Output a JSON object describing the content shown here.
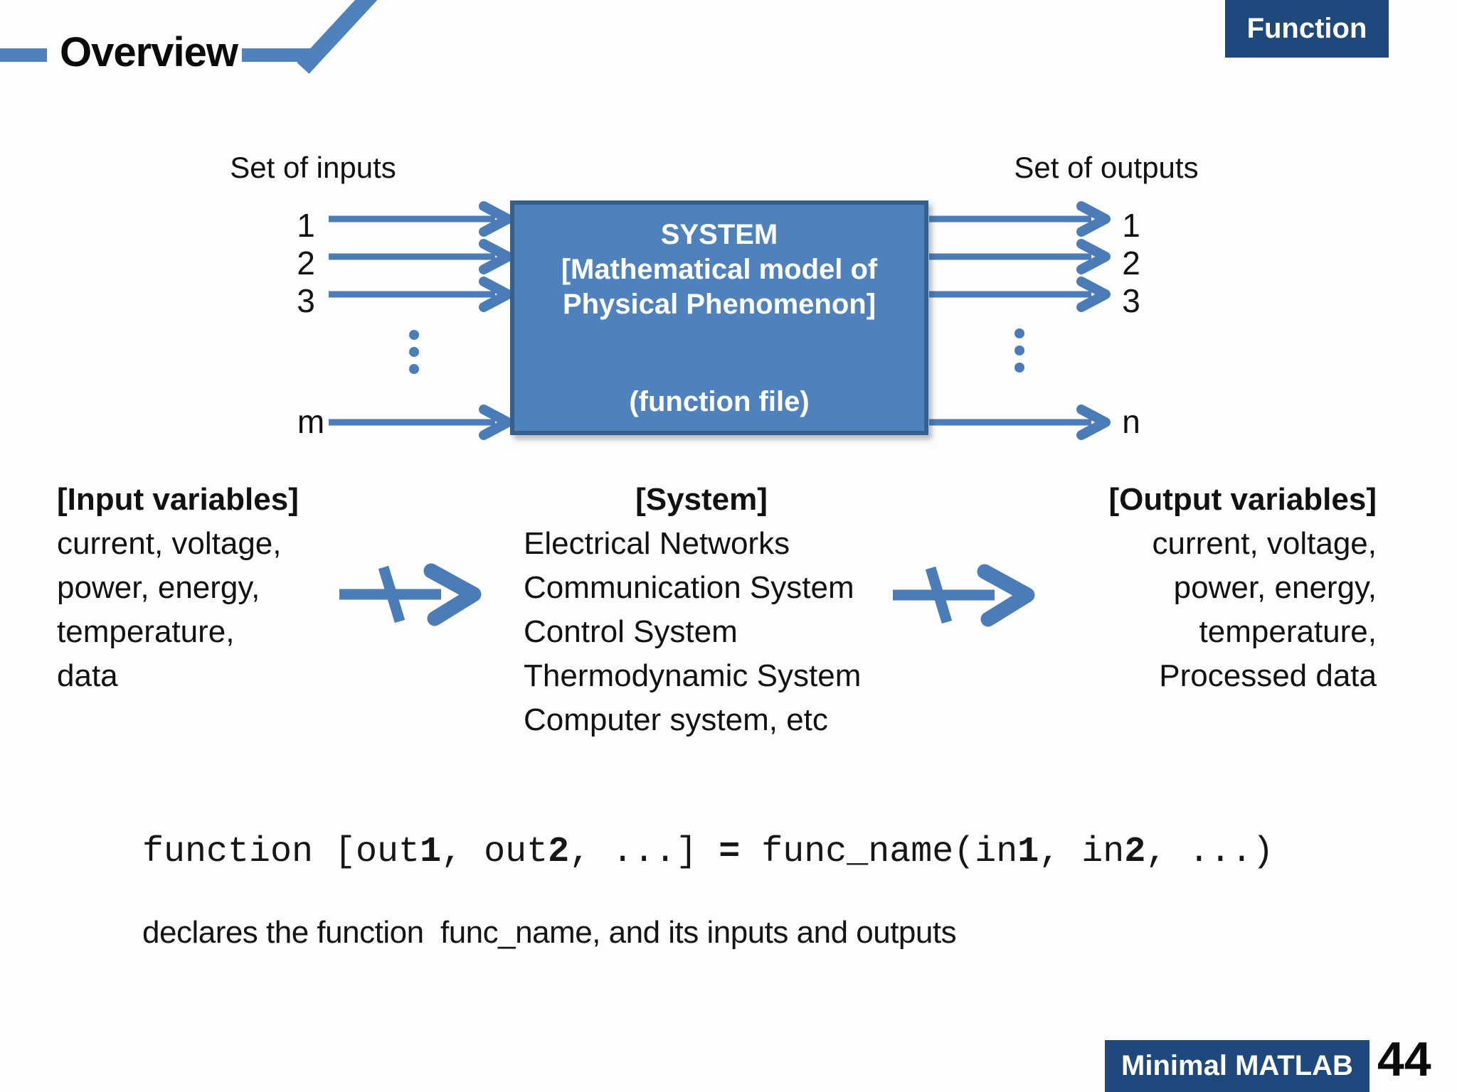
{
  "slide": {
    "title": "Overview",
    "corner_badge": "Function",
    "footer_badge": "Minimal MATLAB",
    "page_number": "44"
  },
  "diagram": {
    "inputs_label": "Set of inputs",
    "outputs_label": "Set of outputs",
    "input_ports": [
      "1",
      "2",
      "3"
    ],
    "input_last_port": "m",
    "output_ports": [
      "1",
      "2",
      "3"
    ],
    "output_last_port": "n",
    "box_lines": [
      "SYSTEM",
      "[Mathematical model of",
      "Physical Phenomenon]",
      "(function file)"
    ]
  },
  "columns": {
    "inputs": {
      "title": "[Input variables]",
      "items": [
        "current, voltage,",
        "power, energy,",
        "temperature,",
        "data"
      ]
    },
    "system": {
      "title": "[System]",
      "items": [
        "Electrical Networks",
        "Communication System",
        "Control System",
        "Thermodynamic System",
        "Computer system, etc"
      ]
    },
    "outputs": {
      "title": "[Output variables]",
      "items": [
        "current, voltage,",
        "power, energy,",
        "temperature,",
        "Processed data"
      ]
    }
  },
  "code": {
    "segments": [
      {
        "text": "function [out",
        "bold": false
      },
      {
        "text": "1",
        "bold": true
      },
      {
        "text": ", out",
        "bold": false
      },
      {
        "text": "2",
        "bold": true
      },
      {
        "text": ", ...] ",
        "bold": false
      },
      {
        "text": "=",
        "bold": true
      },
      {
        "text": " func_name(in",
        "bold": false
      },
      {
        "text": "1",
        "bold": true
      },
      {
        "text": ", in",
        "bold": false
      },
      {
        "text": "2",
        "bold": true
      },
      {
        "text": ", ...)",
        "bold": false
      }
    ],
    "description": "declares the function  func_name, and its inputs and outputs"
  },
  "colors": {
    "accent_blue": "#4F81BD",
    "dark_badge_blue": "#1F497D",
    "box_border_blue": "#365F91"
  }
}
